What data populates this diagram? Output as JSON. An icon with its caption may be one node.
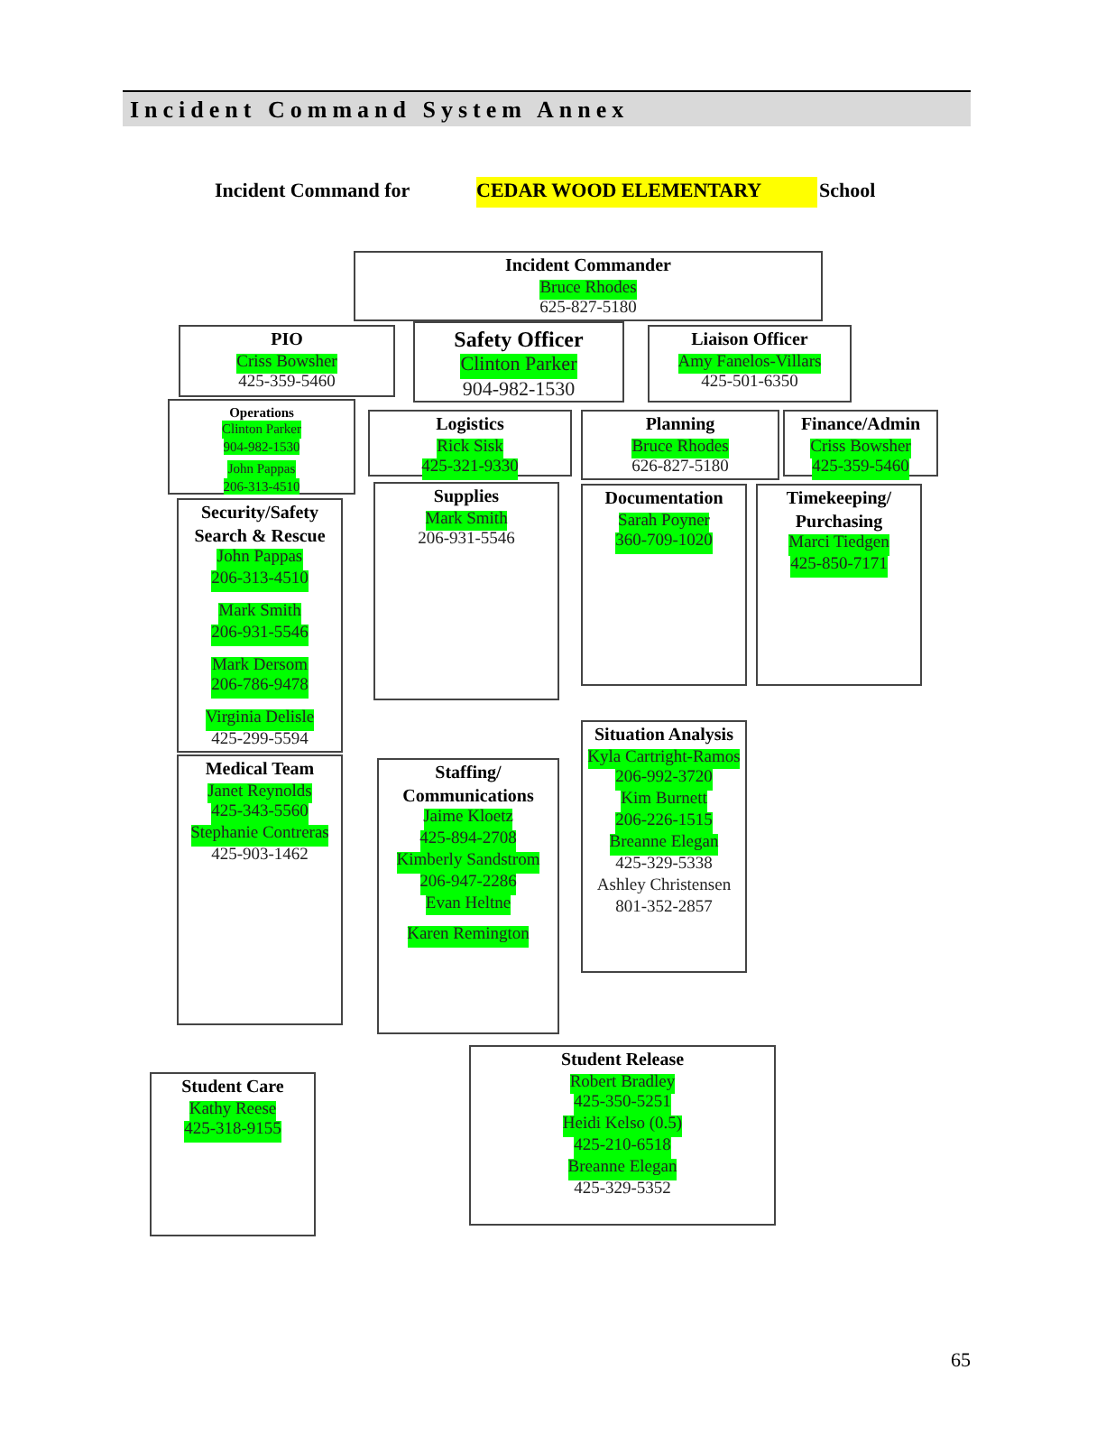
{
  "diagram": {
    "title": "Incident Command System Annex",
    "nodes": [
      {
        "text": [
          "Incident Commander",
          "Bruce Rhodes",
          "625-827-5180"
        ]
      },
      {
        "text": [
          "PIO",
          "Criss Bowsher",
          "425-359-5460"
        ]
      },
      {
        "text": [
          "Safety Officer",
          "Clinton Parker",
          "904-982-1530"
        ]
      },
      {
        "text": [
          "Liaison Officer",
          "Amy Fanelos-Villars",
          "425-501-6350"
        ]
      },
      {
        "text": [
          "Operations",
          "Clinton Parker",
          "904-982-1530",
          "John Pappas",
          "206-313-4510"
        ]
      },
      {
        "text": [
          "Logistics",
          "Rick Sisk",
          "425-321-9330"
        ]
      },
      {
        "text": [
          "Planning",
          "Bruce Rhodes",
          "626-827-5180"
        ]
      },
      {
        "text": [
          "Finance/Admin",
          "Criss Bowsher",
          "425-359-5460"
        ]
      },
      {
        "text": [
          "Security/Safety Search & Rescue",
          "John Pappas",
          "206-313-4510",
          "Mark Smith",
          "206-931-5546",
          "Mark Dersom",
          "206-786-9478",
          "Virginia Delisle",
          "425-299-5594"
        ]
      },
      {
        "text": [
          "Supplies",
          "Mark Smith",
          "206-931-5546"
        ]
      },
      {
        "text": [
          "Documentation",
          "Sarah Poyner",
          "360-709-1020"
        ]
      },
      {
        "text": [
          "Timekeeping/ Purchasing",
          "Marci Tiedgen",
          "425-850-7171"
        ]
      },
      {
        "text": [
          "Situation Analysis",
          "Kyla Cartright-Ramos",
          "206-992-3720",
          "Kim Burnett",
          "206-226-1515",
          "Breanne Elegan",
          "425-329-5338",
          "Ashley Christensen",
          "801-352-2857"
        ]
      },
      {
        "text": [
          "Medical Team",
          "Janet Reynolds",
          "425-343-5560",
          "Stephanie Contreras",
          "425-903-1462"
        ]
      },
      {
        "text": [
          "Staffing/ Communications",
          "Jaime Kloetz",
          "425-894-2708",
          "Kimberly Sandstrom",
          "206-947-2286",
          "Evan Heltne",
          "Karen Remington"
        ]
      },
      {
        "text": [
          "Student Release",
          "Robert Bradley",
          "425-350-5251",
          "Heidi Kelso (0.5)",
          "425-210-6518",
          "Breanne Elegan",
          "425-329-5352"
        ]
      },
      {
        "text": [
          "Student Care",
          "Kathy Reese",
          "425-318-9155"
        ]
      }
    ],
    "labels": [
      "Incident Command for",
      "CEDAR WOOD ELEMENTARY",
      "School",
      "65"
    ]
  }
}
